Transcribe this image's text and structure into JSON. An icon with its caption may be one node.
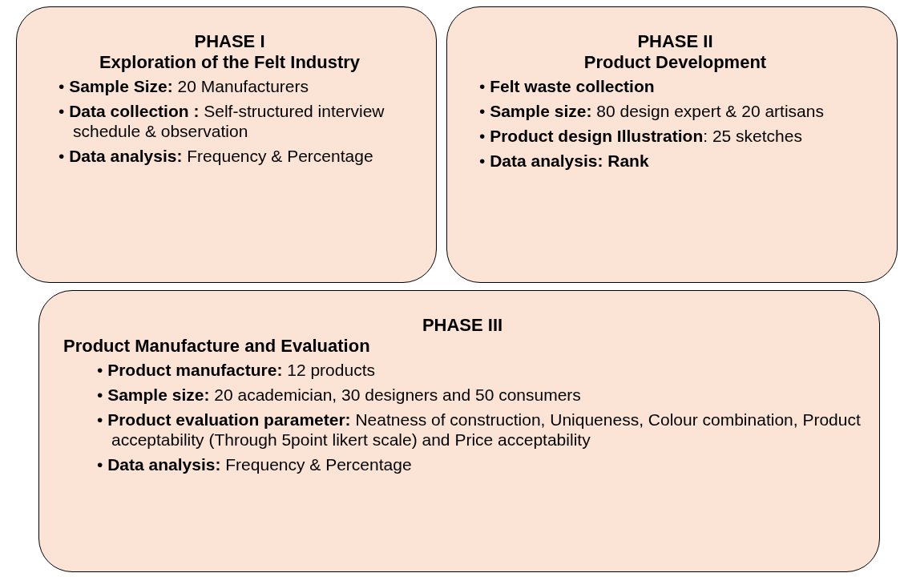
{
  "diagram": {
    "nodes": [
      {
        "text": [
          "PHASE I",
          "Exploration of the Felt Industry",
          "• **Sample Size:** 20 Manufacturers",
          "• **Data collection :** Self-structured interview schedule & observation",
          "• **Data analysis:** Frequency & Percentage"
        ]
      },
      {
        "text": [
          "PHASE II",
          "Product Development",
          "• **Felt waste collection**",
          "• **Sample size:** 80 design expert & 20 artisans",
          "• **Product design Illustration**: 25 sketches",
          "• **Data analysis: Rank**"
        ]
      },
      {
        "text": [
          "PHASE III",
          "Product Manufacture and Evaluation",
          "• **Product manufacture:** 12 products",
          "• **Sample size:** 20 academician, 30 designers and 50 consumers",
          "• **Product evaluation parameter:** Neatness of construction, Uniqueness, Colour combination, Product acceptability (Through 5point likert scale) and Price acceptability",
          "• **Data analysis:** Frequency & Percentage"
        ]
      }
    ]
  }
}
